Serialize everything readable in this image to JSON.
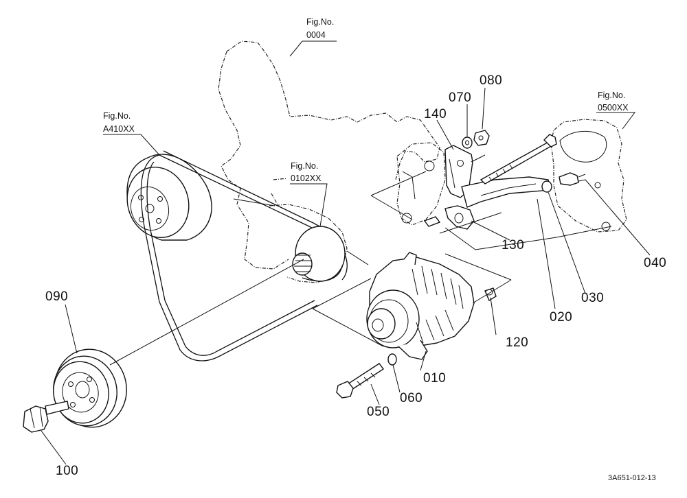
{
  "callouts": {
    "p010": "010",
    "p020": "020",
    "p030": "030",
    "p040": "040",
    "p050": "050",
    "p060": "060",
    "p070": "070",
    "p080": "080",
    "p090": "090",
    "p100": "100",
    "p120": "120",
    "p130": "130",
    "p140": "140"
  },
  "figure_refs": {
    "f0004": {
      "label": "Fig.No.",
      "number": "0004"
    },
    "fA410": {
      "label": "Fig.No.",
      "number": "A410XX"
    },
    "f0102": {
      "label": "Fig.No.",
      "number": "0102XX"
    },
    "f0500": {
      "label": "Fig.No.",
      "number": "0500XX"
    }
  },
  "drawing_code": "3A651-012-13",
  "colors": {
    "ink": "#111111",
    "background": "#ffffff"
  }
}
